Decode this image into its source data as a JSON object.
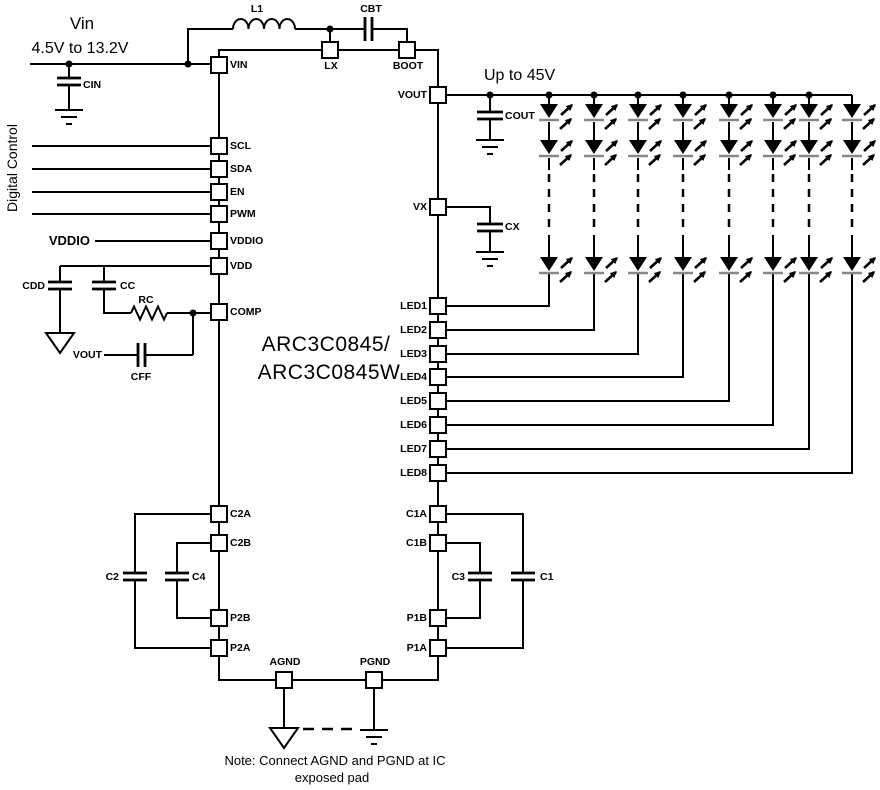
{
  "schematic": {
    "ic": {
      "name_line1": "ARC3C0845/",
      "name_line2": "ARC3C0845W"
    },
    "power_input": {
      "title": "Vin",
      "range": "4.5V to 13.2V"
    },
    "output_label": "Up to 45V",
    "digital_control_label": "Digital Control",
    "vddio_label": "VDDIO",
    "vout_feedback_label": "VOUT",
    "note": {
      "line1": "Note: Connect AGND and PGND at IC",
      "line2": "exposed pad"
    },
    "components": {
      "L1": "L1",
      "CBT": "CBT",
      "CIN": "CIN",
      "COUT": "COUT",
      "CX": "CX",
      "CDD": "CDD",
      "CC": "CC",
      "RC": "RC",
      "CFF": "CFF",
      "C1": "C1",
      "C2": "C2",
      "C3": "C3",
      "C4": "C4"
    },
    "pins": {
      "left": [
        "VIN",
        "SCL",
        "SDA",
        "EN",
        "PWM",
        "VDDIO",
        "VDD",
        "COMP",
        "C2A",
        "C2B",
        "P2B",
        "P2A"
      ],
      "top": [
        "LX",
        "BOOT"
      ],
      "right": [
        "VOUT",
        "VX",
        "LED1",
        "LED2",
        "LED3",
        "LED4",
        "LED5",
        "LED6",
        "LED7",
        "LED8",
        "C1A",
        "C1B",
        "P1B",
        "P1A"
      ],
      "bottom": [
        "AGND",
        "PGND"
      ]
    },
    "led_array": {
      "num_strings": 8,
      "leds_drawn_per_string": 3
    },
    "colors": {
      "line": "#000000",
      "background": "#ffffff",
      "cathode_bar": "#888888"
    }
  }
}
